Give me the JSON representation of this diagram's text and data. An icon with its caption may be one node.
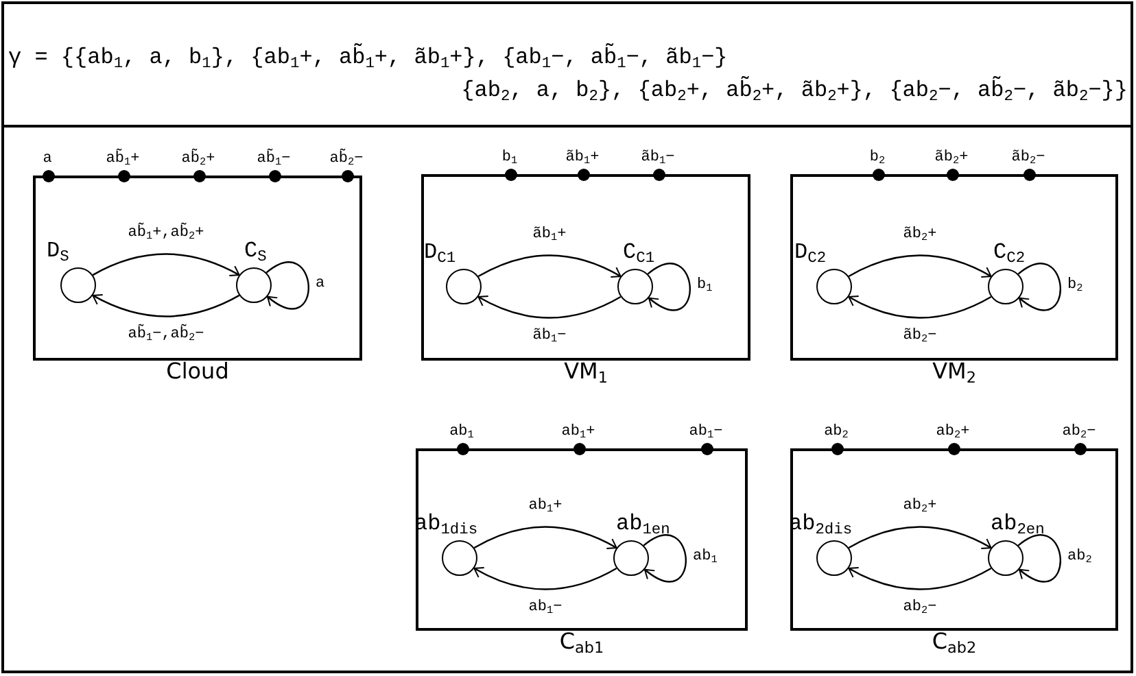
{
  "diagram": {
    "nodes": [
      {
        "text": [
          "Cloud"
        ]
      },
      {
        "text": [
          "D$_{S}$"
        ],
        "in": 0
      },
      {
        "text": [
          "C$_{S}$"
        ],
        "in": 0
      },
      {
        "text": [
          "a"
        ]
      },
      {
        "text": [
          "ab̃$_{1}$+"
        ]
      },
      {
        "text": [
          "ab̃$_{2}$+"
        ]
      },
      {
        "text": [
          "ab̃$_{1}$−"
        ]
      },
      {
        "text": [
          "ab̃$_{2}$−"
        ]
      },
      {
        "text": [
          "VM$_{1}$"
        ]
      },
      {
        "text": [
          "D$_{C1}$"
        ],
        "in": 8
      },
      {
        "text": [
          "C$_{C1}$"
        ],
        "in": 8
      },
      {
        "text": [
          "b$_{1}$"
        ]
      },
      {
        "text": [
          "ãb$_{1}$+"
        ]
      },
      {
        "text": [
          "ãb$_{1}$−"
        ]
      },
      {
        "text": [
          "VM$_{2}$"
        ]
      },
      {
        "text": [
          "D$_{C2}$"
        ],
        "in": 14
      },
      {
        "text": [
          "C$_{C2}$"
        ],
        "in": 14
      },
      {
        "text": [
          "b$_{2}$"
        ]
      },
      {
        "text": [
          "ãb$_{2}$+"
        ]
      },
      {
        "text": [
          "ãb$_{2}$−"
        ]
      },
      {
        "text": [
          "C$_{ab1}$"
        ]
      },
      {
        "text": [
          "ab$_{1dis}$"
        ],
        "in": 20
      },
      {
        "text": [
          "ab$_{1en}$"
        ],
        "in": 20
      },
      {
        "text": [
          "ab$_{1}$"
        ]
      },
      {
        "text": [
          "ab$_{1}$+"
        ]
      },
      {
        "text": [
          "ab$_{1}$−"
        ]
      },
      {
        "text": [
          "C$_{ab2}$"
        ]
      },
      {
        "text": [
          "ab$_{2dis}$"
        ],
        "in": 26
      },
      {
        "text": [
          "ab$_{2en}$"
        ],
        "in": 26
      },
      {
        "text": [
          "ab$_{2}$"
        ]
      },
      {
        "text": [
          "ab$_{2}$+"
        ]
      },
      {
        "text": [
          "ab$_{2}$−"
        ]
      }
    ],
    "edges": [
      {
        "from": 1,
        "to": 2,
        "arrow": "to",
        "label": "ab̃$_{1}$+,ab̃$_{2}$+"
      },
      {
        "from": 2,
        "to": 1,
        "arrow": "to",
        "label": "ab̃$_{1}$−,ab̃$_{2}$−"
      },
      {
        "from": 2,
        "to": 2,
        "arrow": "to",
        "label": "a"
      },
      {
        "from": 9,
        "to": 10,
        "arrow": "to",
        "label": "ãb$_{1}$+"
      },
      {
        "from": 10,
        "to": 9,
        "arrow": "to",
        "label": "ãb$_{1}$−"
      },
      {
        "from": 10,
        "to": 10,
        "arrow": "to",
        "label": "b$_{1}$"
      },
      {
        "from": 15,
        "to": 16,
        "arrow": "to",
        "label": "ãb$_{2}$+"
      },
      {
        "from": 16,
        "to": 15,
        "arrow": "to",
        "label": "ãb$_{2}$−"
      },
      {
        "from": 16,
        "to": 16,
        "arrow": "to",
        "label": "b$_{2}$"
      },
      {
        "from": 21,
        "to": 22,
        "arrow": "to",
        "label": "ab$_{1}$+"
      },
      {
        "from": 22,
        "to": 21,
        "arrow": "to",
        "label": "ab$_{1}$−"
      },
      {
        "from": 22,
        "to": 22,
        "arrow": "to",
        "label": "ab$_{1}$"
      },
      {
        "from": 27,
        "to": 28,
        "arrow": "to",
        "label": "ab$_{2}$+"
      },
      {
        "from": 28,
        "to": 27,
        "arrow": "to",
        "label": "ab$_{2}$−"
      },
      {
        "from": 28,
        "to": 28,
        "arrow": "to",
        "label": "ab$_{2}$"
      }
    ],
    "labels": [
      "γ = {{ab$_{1}$, a, b$_{1}$}, {ab$_{1}$+, ab̃$_{1}$+, ãb$_{1}$+}, {ab$_{1}$−, ab̃$_{1}$−, ãb$_{1}$−}",
      "{ab$_{2}$, a, b$_{2}$}, {ab$_{2}$+, ab̃$_{2}$+, ãb$_{2}$+}, {ab$_{2}$−, ab̃$_{2}$−, ãb$_{2}$−}}"
    ]
  }
}
